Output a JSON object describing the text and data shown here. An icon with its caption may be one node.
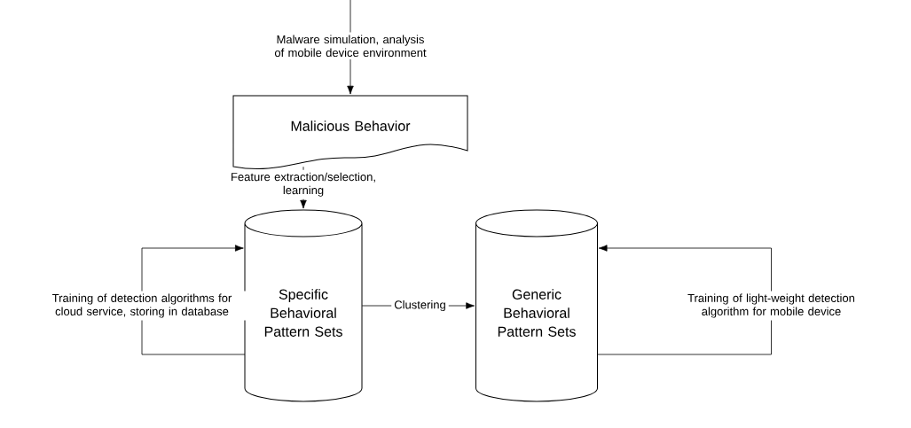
{
  "diagram": {
    "nodes": [
      {
        "text": [
          "Malicious Behavior"
        ]
      },
      {
        "text": [
          "Specific Behavioral Pattern Sets"
        ]
      },
      {
        "text": [
          "Generic Behavioral Pattern Sets"
        ]
      }
    ],
    "edges": [
      {
        "from": null,
        "to": 0,
        "arrow": "to",
        "label": "Malware simulation, analysis of mobile device environment"
      },
      {
        "from": 0,
        "to": 1,
        "arrow": "to",
        "label": "Feature extraction/selection, learning"
      },
      {
        "from": 1,
        "to": 2,
        "arrow": "to",
        "label": "Clustering"
      },
      {
        "from": 1,
        "to": 1,
        "arrow": "to",
        "label": "Training of detection algorithms for cloud service, storing in database"
      },
      {
        "from": 2,
        "to": 2,
        "arrow": "to",
        "label": "Training of light-weight detection algorithm for mobile device"
      }
    ]
  }
}
